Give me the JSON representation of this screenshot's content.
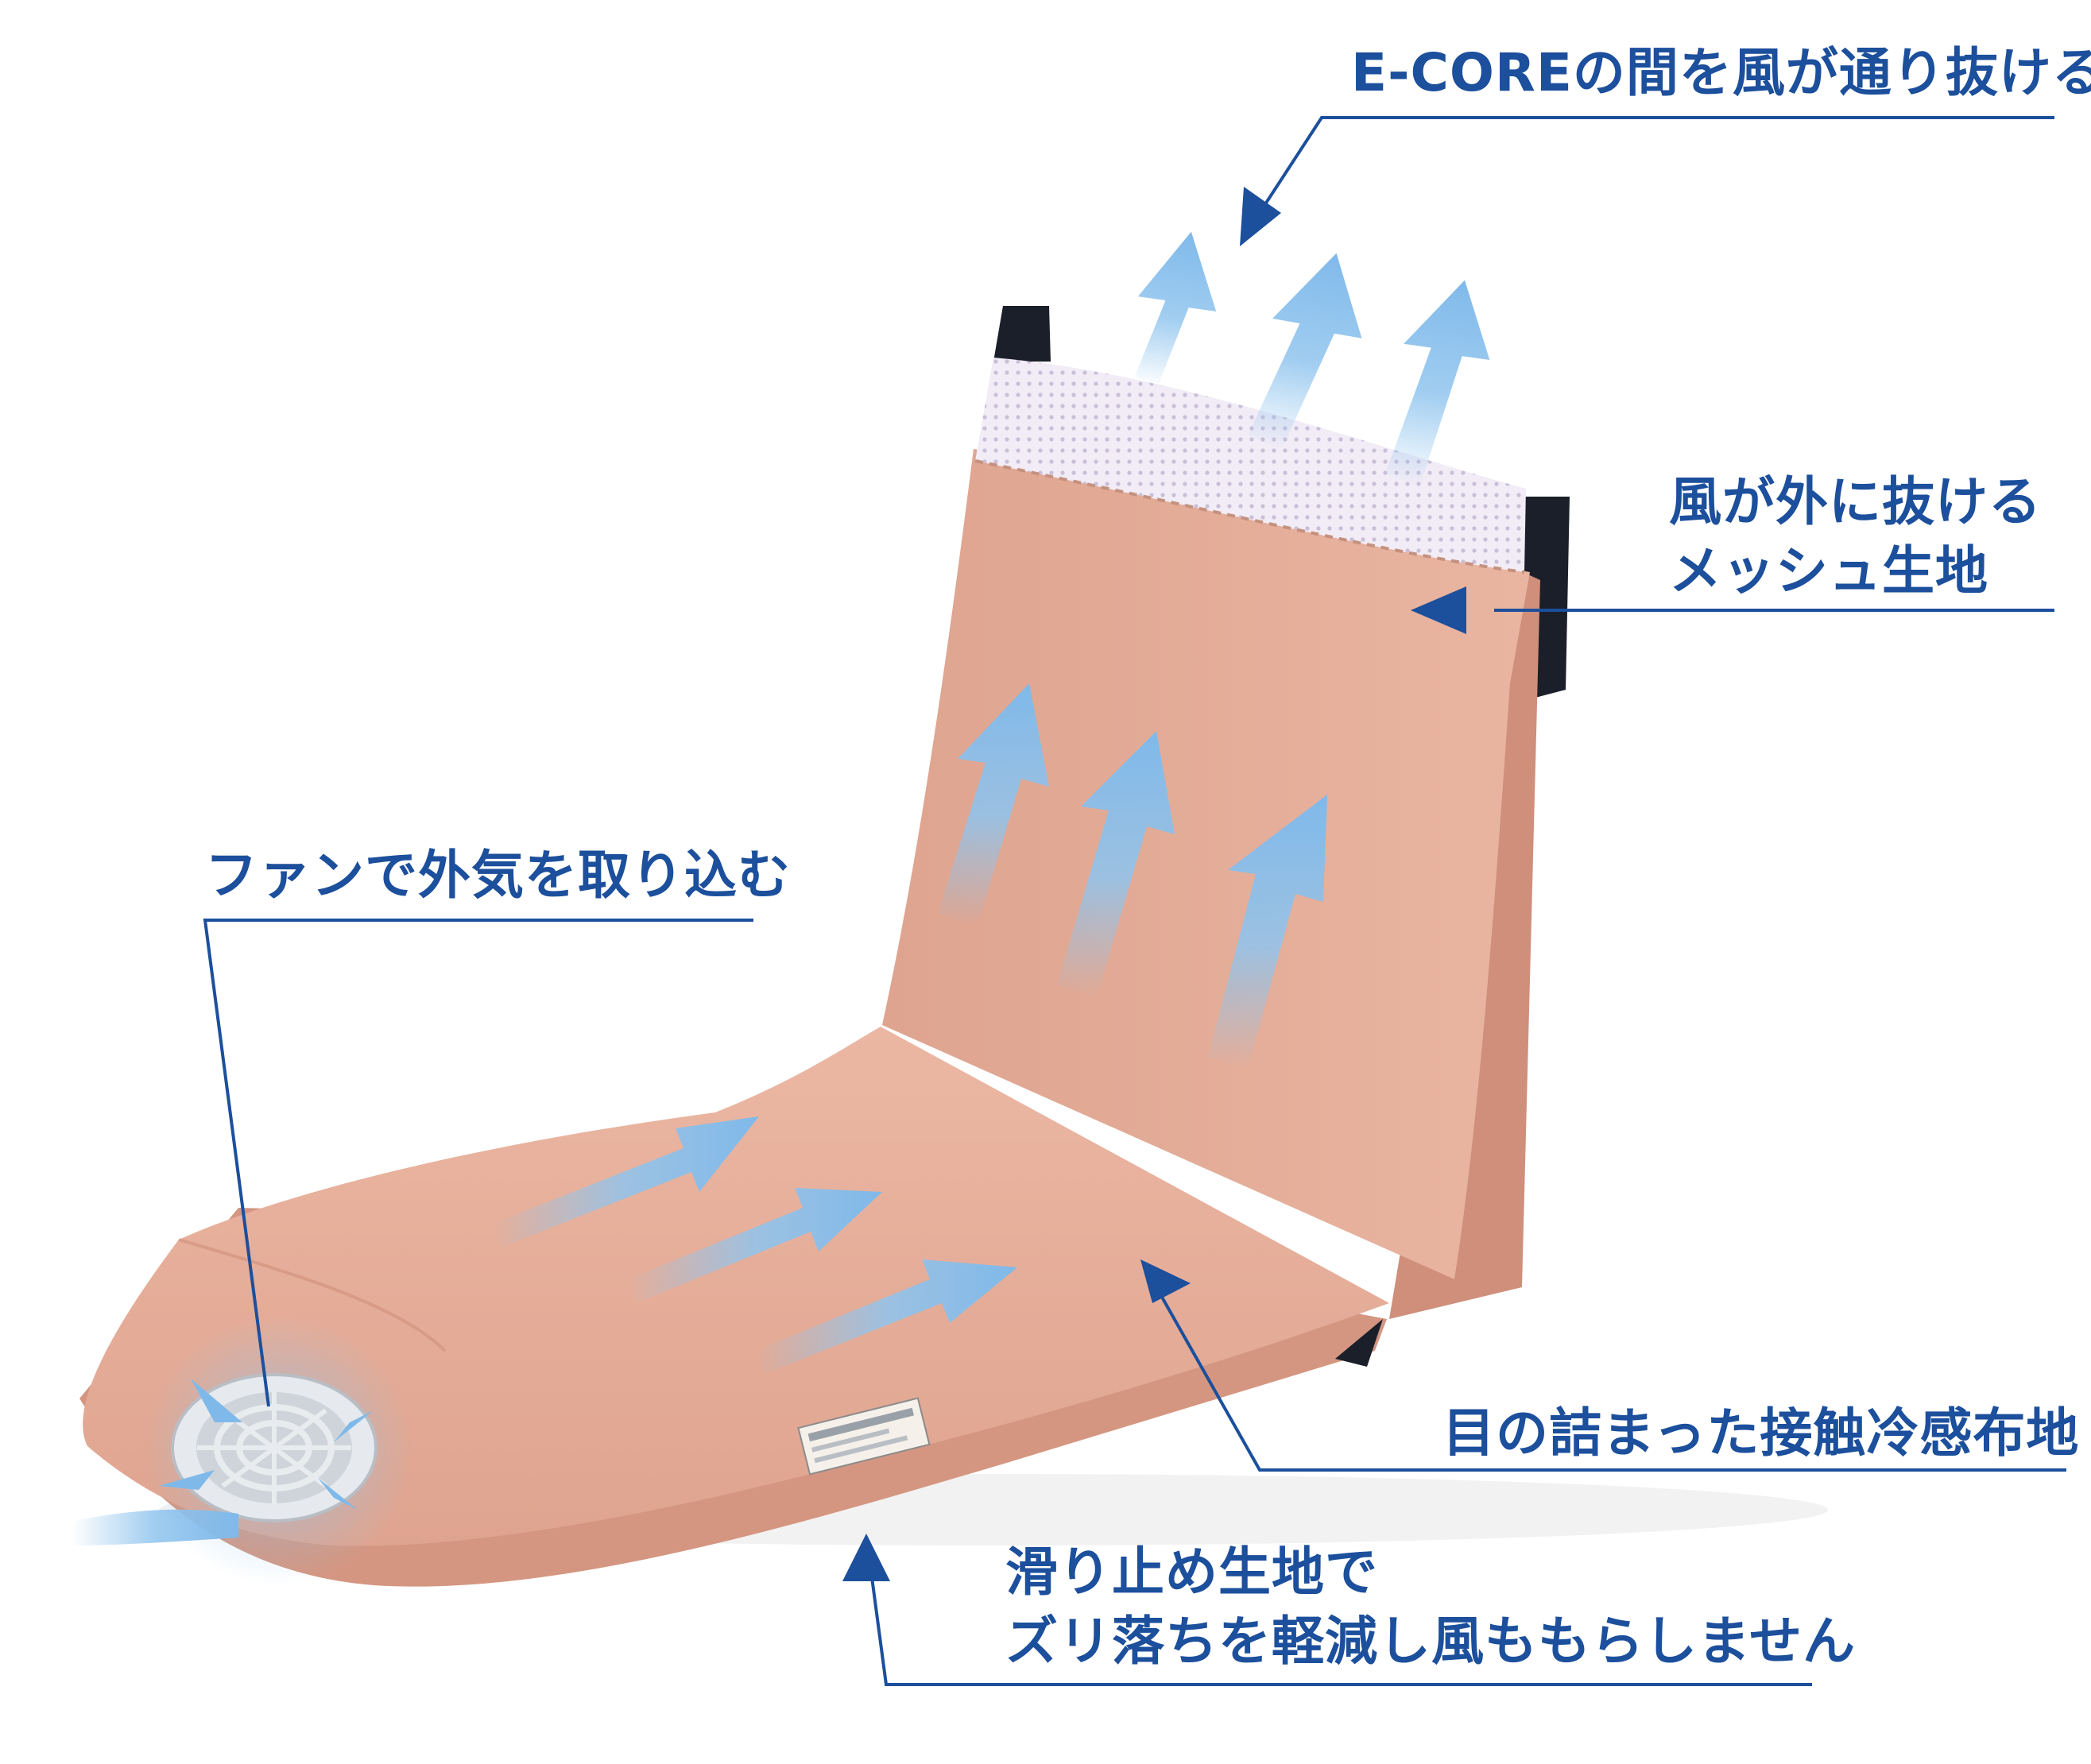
{
  "callouts": {
    "top_airflow": "E-COREの間を風が通り抜ける",
    "mesh": {
      "line1": "風が外に抜ける",
      "line2": "メッシュ生地"
    },
    "fan_intake": "ファンで外気を取り込む",
    "cooling_fabric": "目の詰まった接触冷感布地",
    "non_slip": {
      "line1": "滑り止め生地で",
      "line2": "ズリ落ちを軽減し風ももらしません"
    }
  },
  "colors": {
    "callout_text": "#1c4f9c",
    "leader_line": "#1c4f9c",
    "cushion_fabric": "#e8b09c",
    "mesh_panel": "#ece6f2",
    "airflow_arrow": "#8fc4ee",
    "handle_strap": "#1b1f2a",
    "fan_unit": "#d9dde2"
  },
  "icons": {
    "airflow": "arrow-up-icon",
    "fan": "fan-icon"
  }
}
